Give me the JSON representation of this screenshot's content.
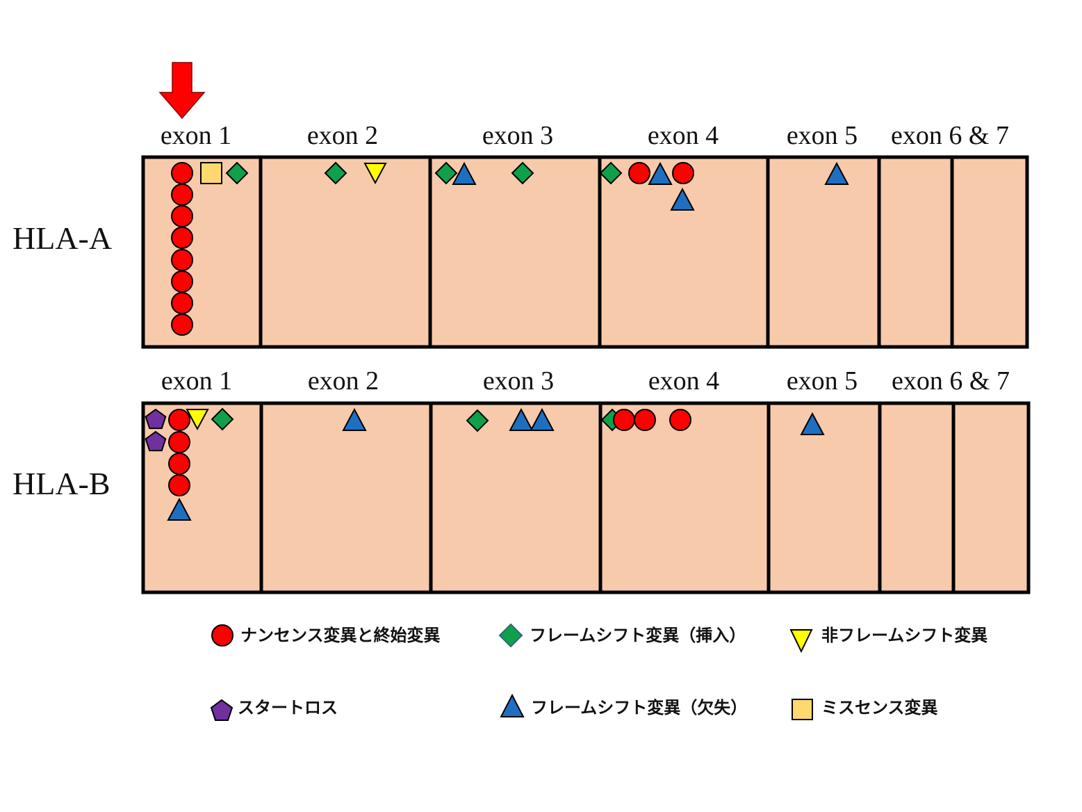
{
  "colors": {
    "background": "#ffffff",
    "exon_fill": "#f7caab",
    "outline": "#000000",
    "arrow": "#ff0000",
    "nonsense": "#ff0000",
    "insertion": "#10a04a",
    "in_frame": "#ffff00",
    "start_loss": "#7030a0",
    "deletion": "#1f6fc1",
    "missense": "#ffd970"
  },
  "genes": [
    {
      "id": "hla-a",
      "label": "HLA-A",
      "exons": [
        "exon 1",
        "exon 2",
        "exon 3",
        "exon 4",
        "exon 5",
        "exon 6 & 7"
      ]
    },
    {
      "id": "hla-b",
      "label": "HLA-B",
      "exons": [
        "exon 1",
        "exon 2",
        "exon 3",
        "exon 4",
        "exon 5",
        "exon 6 & 7"
      ]
    }
  ],
  "mutation_types": {
    "nonsense": {
      "label": "ナンセンス変異と終始変異",
      "icon": "red-circle-icon"
    },
    "insertion": {
      "label": "フレームシフト変異（挿入）",
      "icon": "green-diamond-icon"
    },
    "in_frame": {
      "label": "非フレームシフト変異",
      "icon": "yellow-down-triangle-icon"
    },
    "start_loss": {
      "label": "スタートロス",
      "icon": "purple-pentagon-icon"
    },
    "deletion": {
      "label": "フレームシフト変異（欠失）",
      "icon": "blue-up-triangle-icon"
    },
    "missense": {
      "label": "ミスセンス変異",
      "icon": "yellow-square-icon"
    }
  },
  "mutations": {
    "hla-a": [
      {
        "exon": "exon 1",
        "type": "nonsense",
        "count": 8
      },
      {
        "exon": "exon 1",
        "type": "missense",
        "count": 1
      },
      {
        "exon": "exon 1",
        "type": "insertion",
        "count": 1
      },
      {
        "exon": "exon 2",
        "type": "insertion",
        "count": 1
      },
      {
        "exon": "exon 2",
        "type": "in_frame",
        "count": 1
      },
      {
        "exon": "exon 3",
        "type": "insertion",
        "count": 2
      },
      {
        "exon": "exon 3",
        "type": "deletion",
        "count": 1
      },
      {
        "exon": "exon 4",
        "type": "insertion",
        "count": 1
      },
      {
        "exon": "exon 4",
        "type": "nonsense",
        "count": 2
      },
      {
        "exon": "exon 4",
        "type": "deletion",
        "count": 2
      },
      {
        "exon": "exon 5",
        "type": "deletion",
        "count": 1
      }
    ],
    "hla-b": [
      {
        "exon": "exon 1",
        "type": "start_loss",
        "count": 2
      },
      {
        "exon": "exon 1",
        "type": "nonsense",
        "count": 4
      },
      {
        "exon": "exon 1",
        "type": "in_frame",
        "count": 1
      },
      {
        "exon": "exon 1",
        "type": "insertion",
        "count": 1
      },
      {
        "exon": "exon 1",
        "type": "deletion",
        "count": 1
      },
      {
        "exon": "exon 2",
        "type": "deletion",
        "count": 1
      },
      {
        "exon": "exon 3",
        "type": "insertion",
        "count": 1
      },
      {
        "exon": "exon 3",
        "type": "deletion",
        "count": 2
      },
      {
        "exon": "exon 4",
        "type": "insertion",
        "count": 1
      },
      {
        "exon": "exon 4",
        "type": "nonsense",
        "count": 3
      },
      {
        "exon": "exon 5",
        "type": "deletion",
        "count": 1
      }
    ]
  },
  "highlight_arrow": {
    "target_exon": "exon 1",
    "icon": "down-arrow-icon"
  }
}
